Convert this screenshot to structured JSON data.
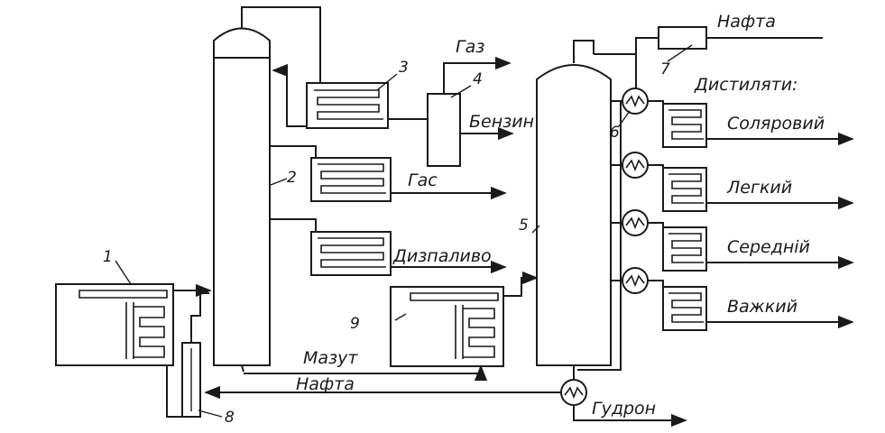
{
  "labels": {
    "naphtha_feed": "Нафта",
    "distillates": "Дистиляти:",
    "gaz": "Газ",
    "benzin": "Бензин",
    "gas": "Гас",
    "diesel": "Дизпаливо",
    "mazut": "Мазут",
    "naphtha_return": "Нафта",
    "gudron": "Гудрон",
    "solar": "Соляровий",
    "light": "Легкий",
    "medium": "Середній",
    "heavy": "Важкий"
  },
  "numbers": {
    "n1": "1",
    "n2": "2",
    "n3": "3",
    "n4": "4",
    "n5": "5",
    "n6": "6",
    "n7": "7",
    "n8": "8",
    "n9": "9"
  }
}
